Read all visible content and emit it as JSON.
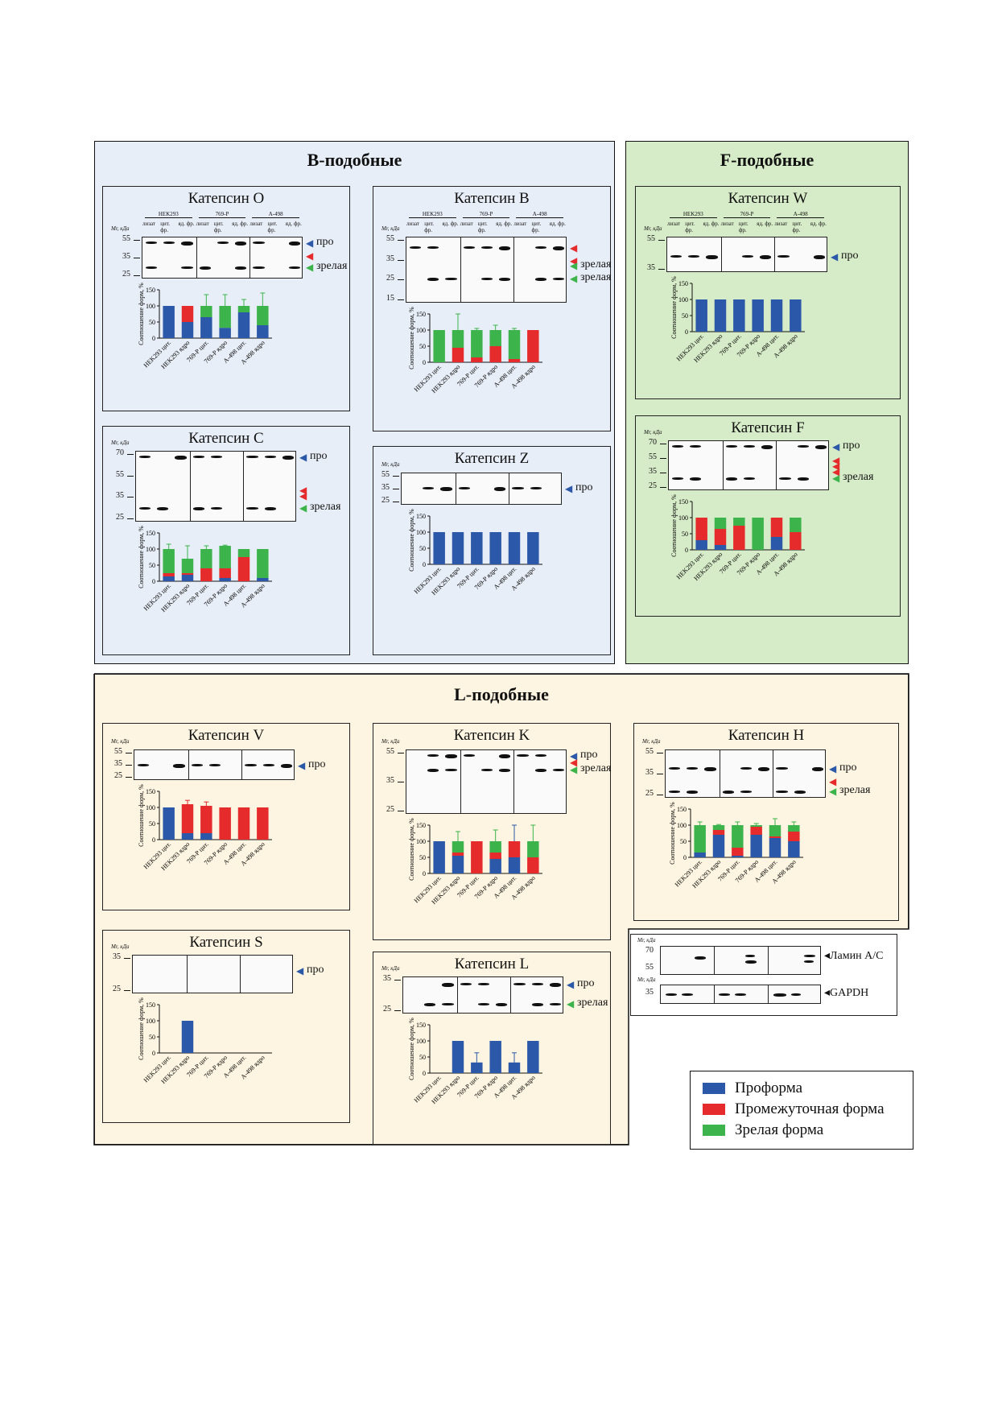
{
  "groups": {
    "b": {
      "title": "B-подобные"
    },
    "f": {
      "title": "F-подобные"
    },
    "l": {
      "title": "L-подобные"
    }
  },
  "colors": {
    "pro": "#2b58a8",
    "intermediate": "#e52b2b",
    "mature": "#3cb44b",
    "b_bg": "#e8eef7",
    "f_bg": "#d6ebc7",
    "l_bg": "#fdf5e1"
  },
  "common": {
    "mw_header": "Mr, кДа",
    "y_axis_label": "Соотношение форм, %",
    "x_categories": [
      "HEK293 цит.",
      "HEK293 ядро",
      "769-P цит.",
      "769-P ядро",
      "A-498 цит.",
      "A-498 ядро"
    ],
    "cell_lines": [
      "HEK293",
      "769-P",
      "A-498"
    ],
    "fractions": [
      "лизат",
      "цит. фр.",
      "яд. фр."
    ],
    "label_pro": "про",
    "label_mature": "зрелая"
  },
  "controls": {
    "lamin": "Ламин A/C",
    "gapdh": "GAPDH",
    "lamin_mw": [
      "70",
      "55"
    ],
    "gapdh_mw": [
      "35"
    ]
  },
  "legend": {
    "items": [
      "Проформа",
      "Промежуточная форма",
      "Зрелая форма"
    ]
  },
  "chart_data": [
    {
      "id": "catO",
      "type": "bar",
      "title": "Катепсин O",
      "ylabel": "Соотношение форм, %",
      "ylim": [
        0,
        150
      ],
      "yticks": [
        0,
        50,
        100,
        150
      ],
      "mw": [
        "55",
        "35",
        "25"
      ],
      "series": [
        {
          "name": "Проформа",
          "values": [
            100,
            50,
            65,
            32,
            80,
            40
          ]
        },
        {
          "name": "Промежуточная форма",
          "values": [
            0,
            50,
            0,
            0,
            0,
            0
          ]
        },
        {
          "name": "Зрелая форма",
          "values": [
            0,
            0,
            35,
            68,
            20,
            60
          ]
        }
      ],
      "errors": [
        0,
        0,
        35,
        35,
        20,
        40
      ]
    },
    {
      "id": "catB",
      "type": "bar",
      "title": "Катепсин B",
      "ylabel": "Соотношение форм, %",
      "ylim": [
        0,
        150
      ],
      "yticks": [
        0,
        50,
        100,
        150
      ],
      "mw": [
        "55",
        "35",
        "25",
        "15"
      ],
      "series": [
        {
          "name": "Проформа",
          "values": [
            0,
            0,
            0,
            0,
            0,
            0
          ]
        },
        {
          "name": "Промежуточная форма",
          "values": [
            0,
            45,
            15,
            50,
            10,
            100
          ]
        },
        {
          "name": "Зрелая форма",
          "values": [
            100,
            55,
            85,
            50,
            90,
            0
          ]
        }
      ],
      "errors": [
        0,
        50,
        5,
        15,
        5,
        0
      ]
    },
    {
      "id": "catC",
      "type": "bar",
      "title": "Катепсин C",
      "ylabel": "Соотношение форм, %",
      "ylim": [
        0,
        150
      ],
      "yticks": [
        0,
        50,
        100,
        150
      ],
      "mw": [
        "70",
        "55",
        "35",
        "25"
      ],
      "series": [
        {
          "name": "Проформа",
          "values": [
            15,
            20,
            0,
            10,
            0,
            10
          ]
        },
        {
          "name": "Промежуточная форма",
          "values": [
            10,
            5,
            40,
            30,
            75,
            0
          ]
        },
        {
          "name": "Зрелая форма",
          "values": [
            75,
            45,
            60,
            70,
            25,
            90
          ]
        }
      ],
      "errors": [
        15,
        40,
        10,
        2,
        0,
        0
      ]
    },
    {
      "id": "catZ",
      "type": "bar",
      "title": "Катепсин Z",
      "ylabel": "Соотношение форм, %",
      "ylim": [
        0,
        150
      ],
      "yticks": [
        0,
        50,
        100,
        150
      ],
      "mw": [
        "55",
        "35",
        "25"
      ],
      "series": [
        {
          "name": "Проформа",
          "values": [
            100,
            100,
            100,
            100,
            100,
            100
          ]
        }
      ],
      "errors": [
        0,
        0,
        0,
        0,
        0,
        0
      ]
    },
    {
      "id": "catW",
      "type": "bar",
      "title": "Катепсин W",
      "ylabel": "Соотношение форм, %",
      "ylim": [
        0,
        150
      ],
      "yticks": [
        0,
        50,
        100,
        150
      ],
      "mw": [
        "55",
        "35"
      ],
      "series": [
        {
          "name": "Проформа",
          "values": [
            100,
            100,
            100,
            100,
            100,
            100
          ]
        }
      ],
      "errors": [
        0,
        0,
        0,
        0,
        0,
        0
      ]
    },
    {
      "id": "catF",
      "type": "bar",
      "title": "Катепсин F",
      "ylabel": "Соотношение форм, %",
      "ylim": [
        0,
        150
      ],
      "yticks": [
        0,
        50,
        100,
        150
      ],
      "mw": [
        "70",
        "55",
        "35",
        "25"
      ],
      "series": [
        {
          "name": "Проформа",
          "values": [
            30,
            15,
            0,
            0,
            40,
            0
          ]
        },
        {
          "name": "Промежуточная форма",
          "values": [
            70,
            50,
            75,
            0,
            60,
            55
          ]
        },
        {
          "name": "Зрелая форма",
          "values": [
            0,
            35,
            25,
            100,
            0,
            45
          ]
        }
      ],
      "errors": [
        0,
        0,
        0,
        0,
        0,
        0
      ]
    },
    {
      "id": "catV",
      "type": "bar",
      "title": "Катепсин V",
      "ylabel": "Соотношение форм, %",
      "ylim": [
        0,
        150
      ],
      "yticks": [
        0,
        50,
        100,
        150
      ],
      "mw": [
        "55",
        "35",
        "25"
      ],
      "series": [
        {
          "name": "Проформа",
          "values": [
            100,
            20,
            20,
            0,
            0,
            0
          ]
        },
        {
          "name": "Промежуточная форма",
          "values": [
            0,
            90,
            85,
            100,
            100,
            100
          ]
        }
      ],
      "errors": [
        0,
        12,
        12,
        0,
        0,
        0
      ]
    },
    {
      "id": "catK",
      "type": "bar",
      "title": "Катепсин K",
      "ylabel": "Соотношение форм, %",
      "ylim": [
        0,
        150
      ],
      "yticks": [
        0,
        50,
        100,
        150
      ],
      "mw": [
        "55",
        "35",
        "25"
      ],
      "series": [
        {
          "name": "Проформа",
          "values": [
            100,
            55,
            0,
            45,
            50,
            0
          ]
        },
        {
          "name": "Промежуточная форма",
          "values": [
            0,
            10,
            100,
            20,
            50,
            50
          ]
        },
        {
          "name": "Зрелая форма",
          "values": [
            0,
            35,
            0,
            35,
            0,
            50
          ]
        }
      ],
      "errors": [
        0,
        30,
        0,
        35,
        50,
        50
      ]
    },
    {
      "id": "catH",
      "type": "bar",
      "title": "Катепсин H",
      "ylabel": "Соотношение форм, %",
      "ylim": [
        0,
        150
      ],
      "yticks": [
        0,
        50,
        100,
        150
      ],
      "mw": [
        "55",
        "35",
        "25"
      ],
      "series": [
        {
          "name": "Проформа",
          "values": [
            15,
            70,
            5,
            70,
            60,
            50
          ]
        },
        {
          "name": "Промежуточная форма",
          "values": [
            0,
            15,
            25,
            25,
            5,
            30
          ]
        },
        {
          "name": "Зрелая форма",
          "values": [
            85,
            15,
            70,
            5,
            35,
            20
          ]
        }
      ],
      "errors": [
        10,
        2,
        10,
        5,
        20,
        10
      ]
    },
    {
      "id": "catS",
      "type": "bar",
      "title": "Катепсин S",
      "ylabel": "Соотношение форм, %",
      "ylim": [
        0,
        150
      ],
      "yticks": [
        0,
        50,
        100,
        150
      ],
      "mw": [
        "35",
        "25"
      ],
      "series": [
        {
          "name": "Проформа",
          "values": [
            0,
            100,
            0,
            0,
            0,
            0
          ]
        }
      ],
      "errors": [
        0,
        0,
        0,
        0,
        0,
        0
      ]
    },
    {
      "id": "catL",
      "type": "bar",
      "title": "Катепсин L",
      "ylabel": "Соотношение форм, %",
      "ylim": [
        0,
        150
      ],
      "yticks": [
        0,
        50,
        100,
        150
      ],
      "mw": [
        "35",
        "25"
      ],
      "series": [
        {
          "name": "Проформа",
          "values": [
            0,
            100,
            33,
            100,
            33,
            100
          ]
        }
      ],
      "errors": [
        0,
        0,
        30,
        0,
        30,
        0
      ]
    }
  ]
}
